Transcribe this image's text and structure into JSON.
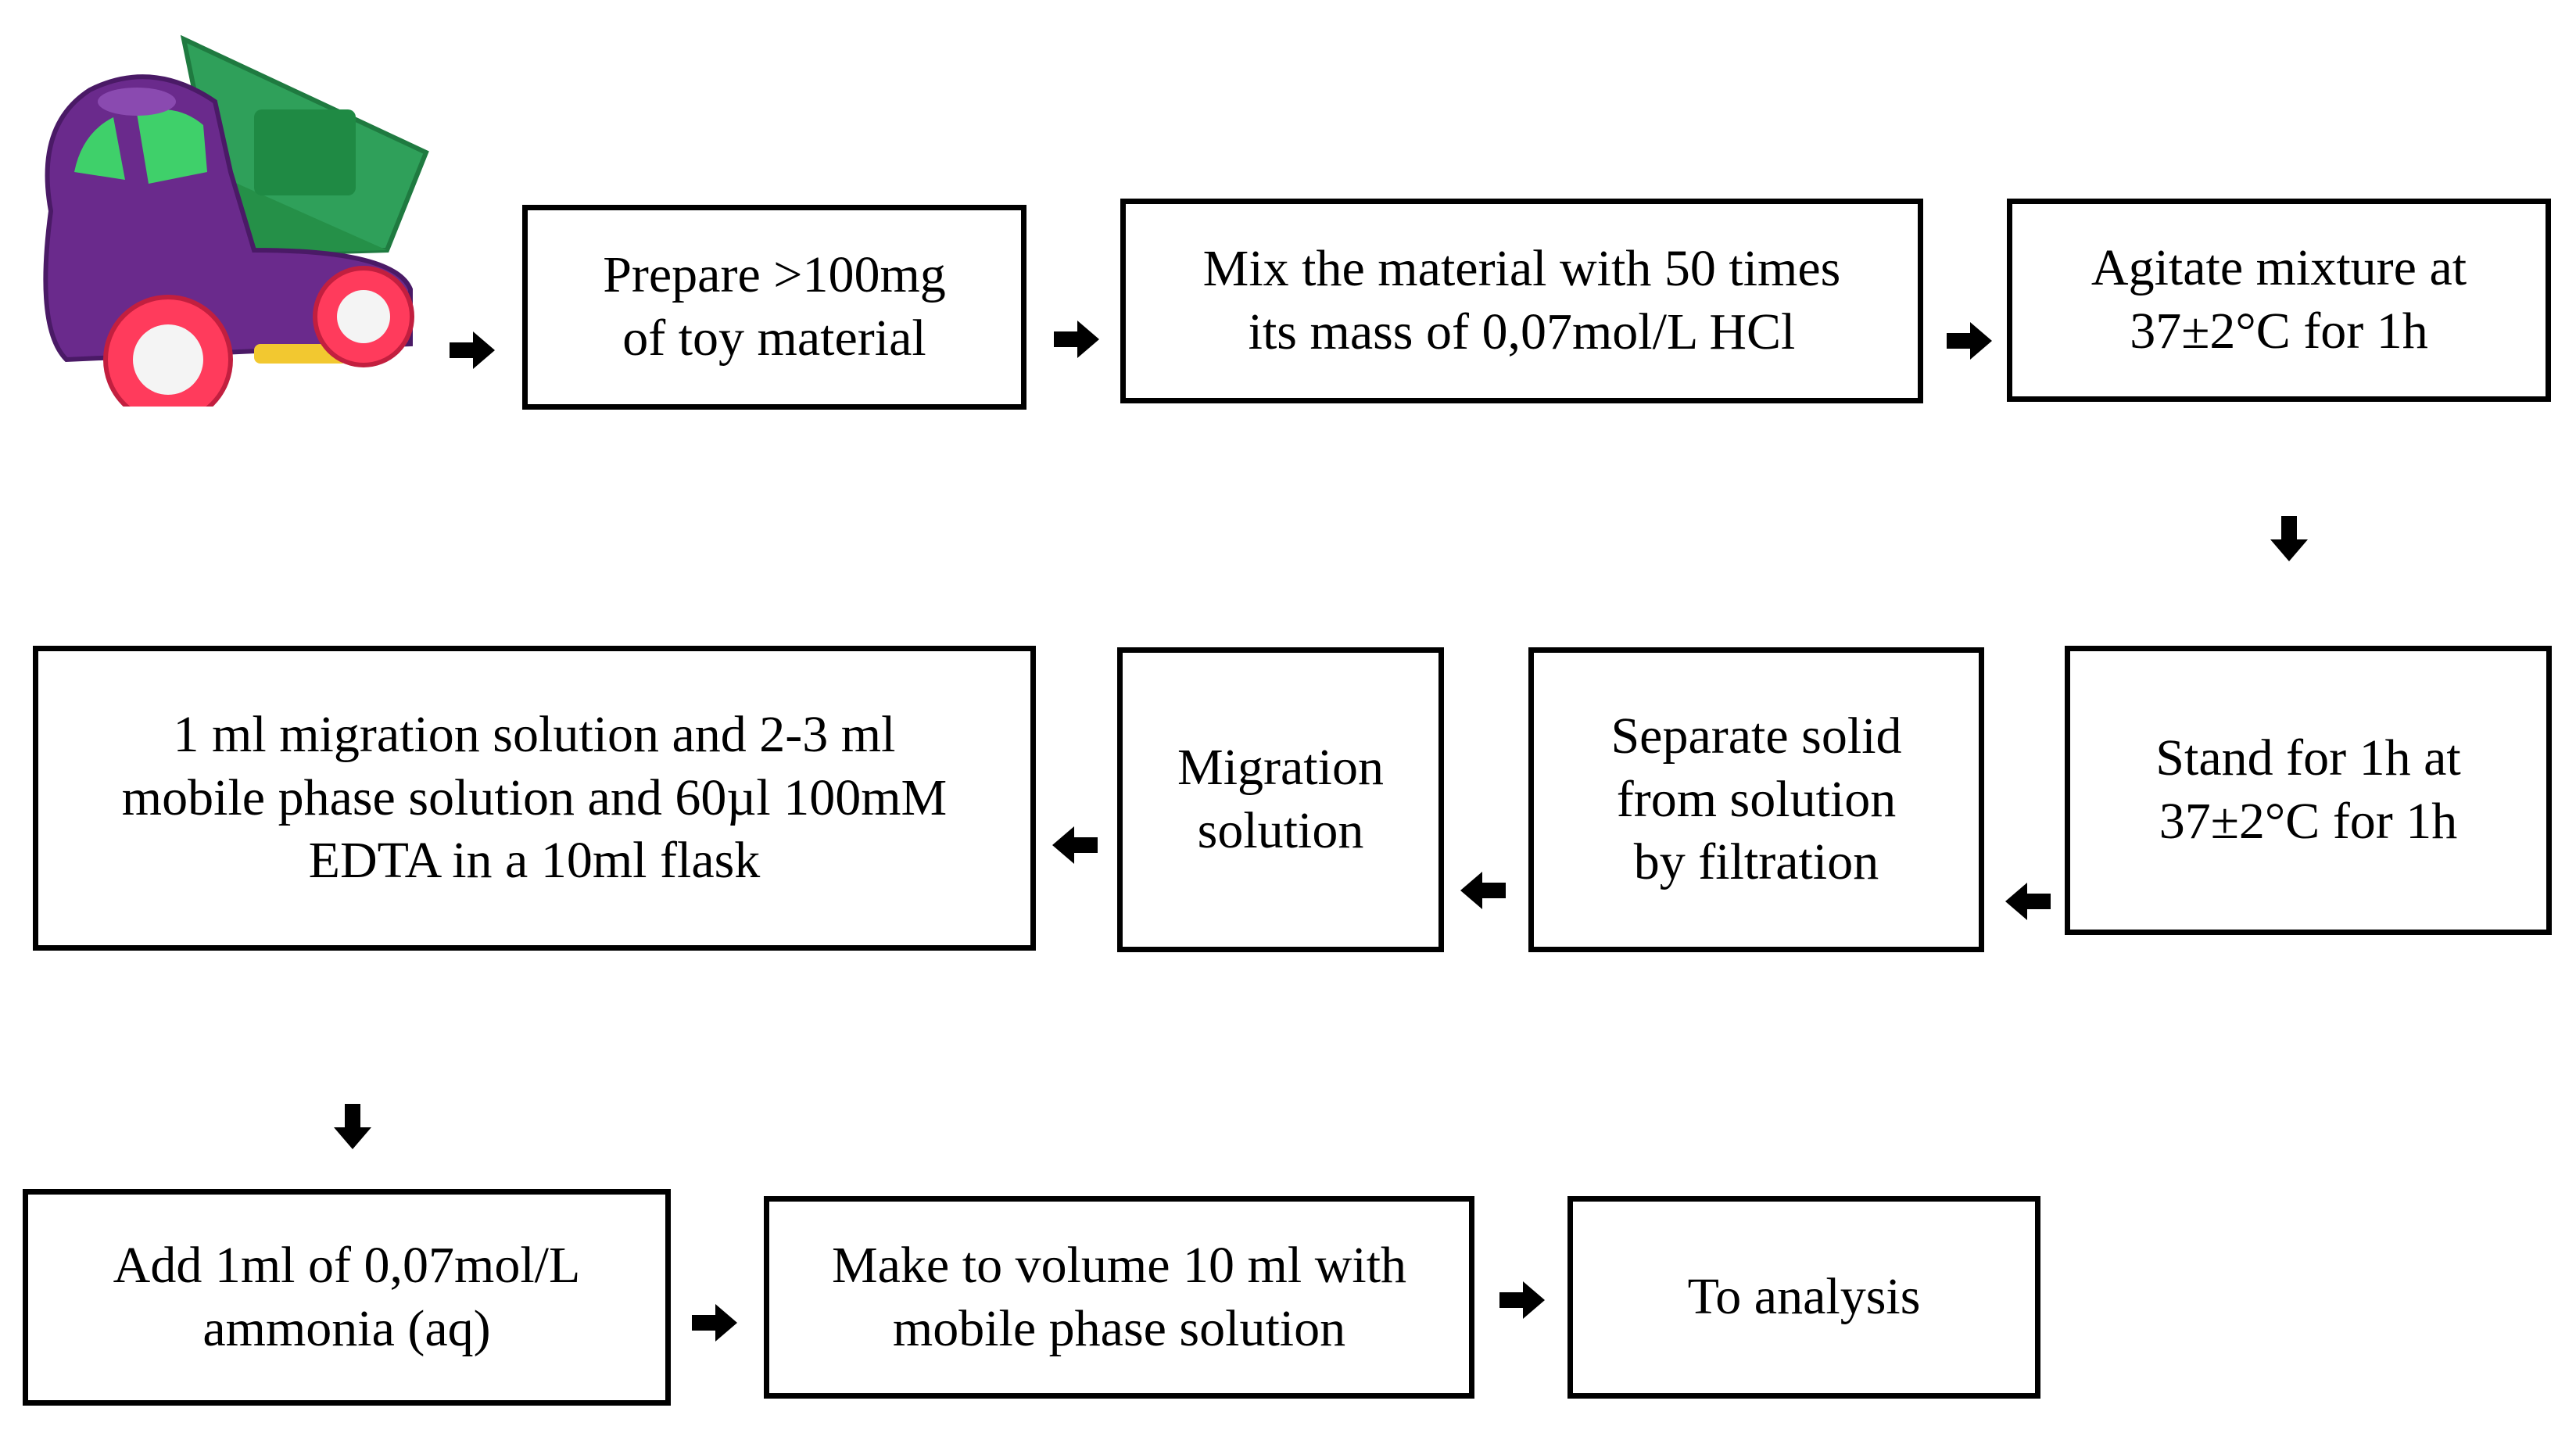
{
  "colors": {
    "border": "#000000",
    "arrow": "#000000",
    "toy_body": "#6a2a8c",
    "toy_bed": "#2fa05a",
    "toy_wheel": "#ff3b5c"
  },
  "toy_image": {
    "icon": "toy-dump-truck-icon"
  },
  "steps": [
    {
      "id": "s1",
      "text": "Prepare >100mg\nof toy material"
    },
    {
      "id": "s2",
      "text": "Mix the material with 50 times\nits mass of 0,07mol/L HCl"
    },
    {
      "id": "s3",
      "text": "Agitate mixture at\n37±2°C for 1h"
    },
    {
      "id": "s4",
      "text": "Stand for 1h at\n37±2°C for 1h"
    },
    {
      "id": "s5",
      "text": "Separate solid\nfrom solution\nby filtration"
    },
    {
      "id": "s6",
      "text": "Migration\nsolution"
    },
    {
      "id": "s7",
      "text": "1 ml migration solution and 2-3 ml\nmobile phase solution and 60µl 100mM\nEDTA in a 10ml flask"
    },
    {
      "id": "s8",
      "text": "Add 1ml of 0,07mol/L\nammonia (aq)"
    },
    {
      "id": "s9",
      "text": "Make to volume 10 ml with\nmobile phase solution"
    },
    {
      "id": "s10",
      "text": "To analysis"
    }
  ]
}
